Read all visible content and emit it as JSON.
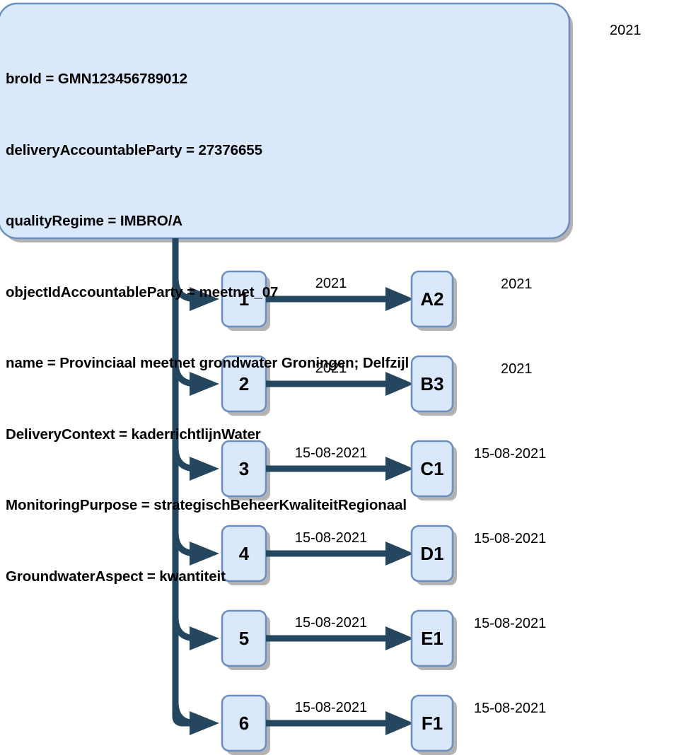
{
  "diagram": {
    "title_label_top_right": "2021",
    "colors": {
      "node_fill": "#dae8fc",
      "node_stroke": "#6c8ebf",
      "edge_stroke": "#25465f",
      "shadow": "#b3b3b3",
      "text": "#000000",
      "background": "#ffffff"
    },
    "root_node": {
      "name": "gmn-root-node",
      "attributes": [
        "broId = GMN123456789012",
        "deliveryAccountableParty = 27376655",
        "qualityRegime = IMBRO/A",
        "objectIdAccountableParty = meetnet_07",
        "name = Provinciaal meetnet grondwater Groningen; Delfzijl",
        "DeliveryContext = kaderrichtlijnWater",
        "MonitoringPurpose = strategischBeheerKwaliteitRegionaal",
        "GroundwaterAspect = kwantiteit"
      ]
    },
    "rows": [
      {
        "source": "1",
        "target": "A2",
        "edge_label": "2021",
        "side_label": "2021"
      },
      {
        "source": "2",
        "target": "B3",
        "edge_label": "2021",
        "side_label": "2021"
      },
      {
        "source": "3",
        "target": "C1",
        "edge_label": "15-08-2021",
        "side_label": "15-08-2021"
      },
      {
        "source": "4",
        "target": "D1",
        "edge_label": "15-08-2021",
        "side_label": "15-08-2021"
      },
      {
        "source": "5",
        "target": "E1",
        "edge_label": "15-08-2021",
        "side_label": "15-08-2021"
      },
      {
        "source": "6",
        "target": "F1",
        "edge_label": "15-08-2021",
        "side_label": "15-08-2021"
      }
    ]
  }
}
